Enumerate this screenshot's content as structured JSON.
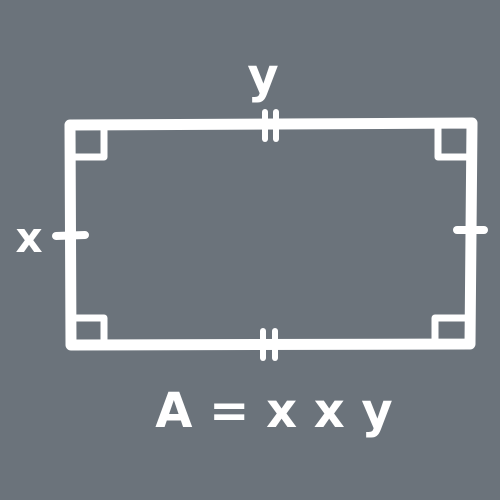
{
  "colors": {
    "background": "#6b737b",
    "stroke": "#ffffff"
  },
  "labels": {
    "top_side": "y",
    "left_side": "x",
    "formula": "A = x x y"
  },
  "marks": {
    "right_angle_corners": [
      "top-left",
      "top-right",
      "bottom-left",
      "bottom-right"
    ],
    "tick_marks": {
      "horizontal_sides": "double",
      "vertical_sides": "single"
    }
  }
}
